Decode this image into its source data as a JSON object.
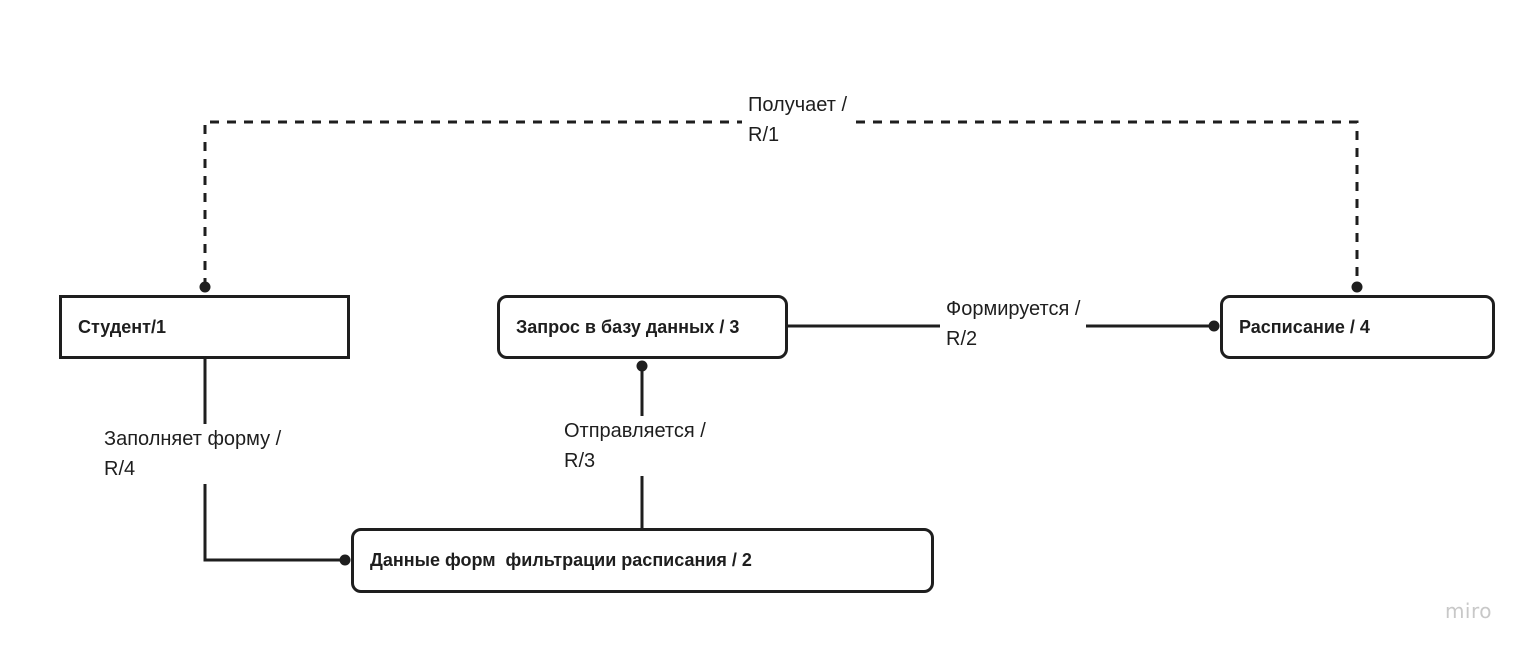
{
  "diagram": {
    "nodes": [
      {
        "id": "student",
        "label": "Студент/1"
      },
      {
        "id": "db-request",
        "label": "Запрос в базу данных / 3"
      },
      {
        "id": "schedule",
        "label": "Расписание / 4"
      },
      {
        "id": "filter-data",
        "label": "Данные форм  фильтрации расписания / 2"
      }
    ],
    "edges": [
      {
        "id": "receives",
        "from": "student",
        "to": "schedule",
        "style": "dashed",
        "label_line1": "Получает /",
        "label_line2": "R/1"
      },
      {
        "id": "formed",
        "from": "db-request",
        "to": "schedule",
        "style": "solid",
        "label_line1": "Формируется /",
        "label_line2": "R/2"
      },
      {
        "id": "sent",
        "from": "filter-data",
        "to": "db-request",
        "style": "solid",
        "label_line1": "Отправляется /",
        "label_line2": "R/3"
      },
      {
        "id": "fills",
        "from": "student",
        "to": "filter-data",
        "style": "solid",
        "label_line1": "Заполняет форму /",
        "label_line2": "R/4"
      }
    ]
  },
  "watermark": "miro",
  "colors": {
    "stroke": "#1e1e1e",
    "text": "#1e1e1e",
    "watermark": "#c8c8c8",
    "background": "#ffffff"
  }
}
